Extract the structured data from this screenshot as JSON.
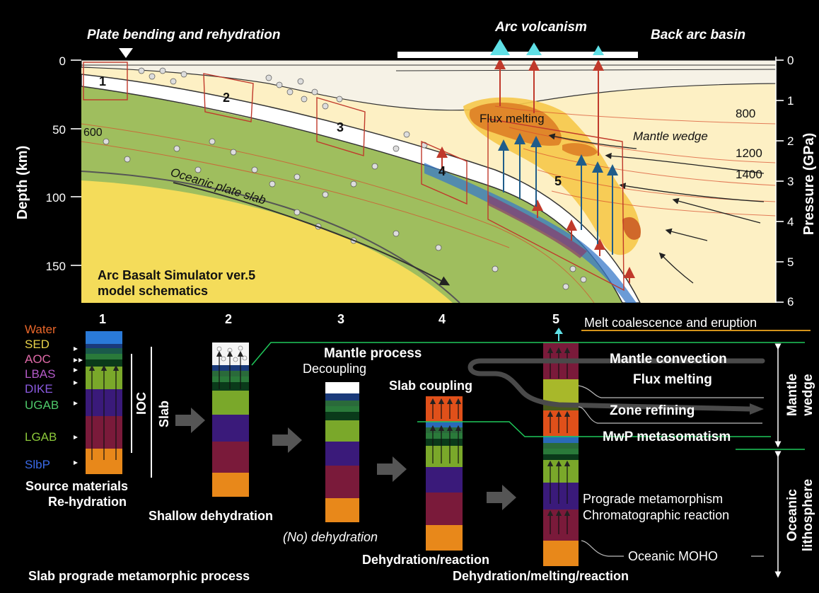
{
  "top_labels": {
    "plate_bending": "Plate bending and rehydration",
    "arc_volcanism": "Arc volcanism",
    "back_arc": "Back arc basin"
  },
  "axes": {
    "depth_title": "Depth (km)",
    "depth_ticks": [
      "0",
      "50",
      "100",
      "150"
    ],
    "pressure_title": "Pressure (GPa)",
    "pressure_ticks": [
      "0",
      "1",
      "2",
      "3",
      "4",
      "5",
      "6"
    ]
  },
  "section": {
    "boxes": [
      "1",
      "2",
      "3",
      "4",
      "5"
    ],
    "isotherm_600": "600",
    "isotherm_800": "800",
    "isotherm_1200": "1200",
    "isotherm_1400": "1400",
    "flux_melting": "Flux melting",
    "mantle_wedge": "Mantle wedge",
    "slab": "Oceanic plate slab",
    "title_line1": "Arc Basalt Simulator ver.5",
    "title_line2": "model schematics"
  },
  "lower": {
    "col_numbers": [
      "1",
      "2",
      "3",
      "4",
      "5"
    ],
    "legend": [
      {
        "label": "Water",
        "color": "#e8662a"
      },
      {
        "label": "SED",
        "color": "#e8d24a"
      },
      {
        "label": "AOC",
        "color": "#e06aa8"
      },
      {
        "label": "LBAS",
        "color": "#b45ac8"
      },
      {
        "label": "DIKE",
        "color": "#8a5ae0"
      },
      {
        "label": "UGAB",
        "color": "#4ec86a"
      },
      {
        "label": "LGAB",
        "color": "#8cc83a"
      },
      {
        "label": "SlbP",
        "color": "#3a6ae8"
      }
    ],
    "ioc": "IOC",
    "slab": "Slab",
    "source_materials": "Source materials",
    "re_hydration": "Re-hydration",
    "shallow_dehydration": "Shallow dehydration",
    "mantle_process": "Mantle process",
    "decoupling": "Decoupling",
    "slab_coupling": "Slab coupling",
    "no_dehydration": "(No) dehydration",
    "dehydration_reaction": "Dehydration/reaction",
    "dehydration_melting_reaction": "Dehydration/melting/reaction",
    "slab_prograde": "Slab prograde metamorphic process",
    "melt_coalescence": "Melt coalescence and eruption",
    "mantle_convection": "Mantle convection",
    "flux_melting": "Flux melting",
    "zone_refining": "Zone refining",
    "mwp": "MwP metasomatism",
    "prograde": "Prograde metamorphism",
    "chromatographic": "Chromatographic reaction",
    "oceanic_moho": "Oceanic MOHO",
    "mantle_wedge_line1": "Mantle",
    "mantle_wedge_line2": "wedge",
    "oceanic_lith_line1": "Oceanic",
    "oceanic_lith_line2": "lithosphere"
  }
}
